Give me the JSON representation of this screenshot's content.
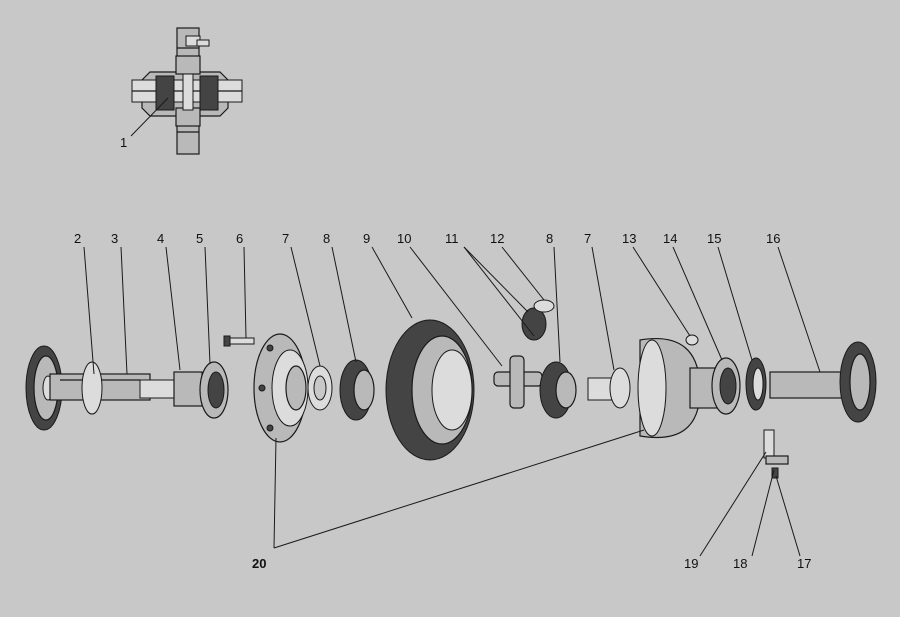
{
  "diagram": {
    "labels": [
      "1",
      "2",
      "3",
      "4",
      "5",
      "6",
      "7",
      "8",
      "9",
      "10",
      "11",
      "12",
      "8",
      "7",
      "13",
      "14",
      "15",
      "16",
      "20",
      "19",
      "18",
      "17"
    ],
    "label_bold": "20"
  },
  "colors": {
    "background": "#c8c8c8",
    "ink": "#1a1a1a",
    "part_fill": "#b9b9b9"
  }
}
